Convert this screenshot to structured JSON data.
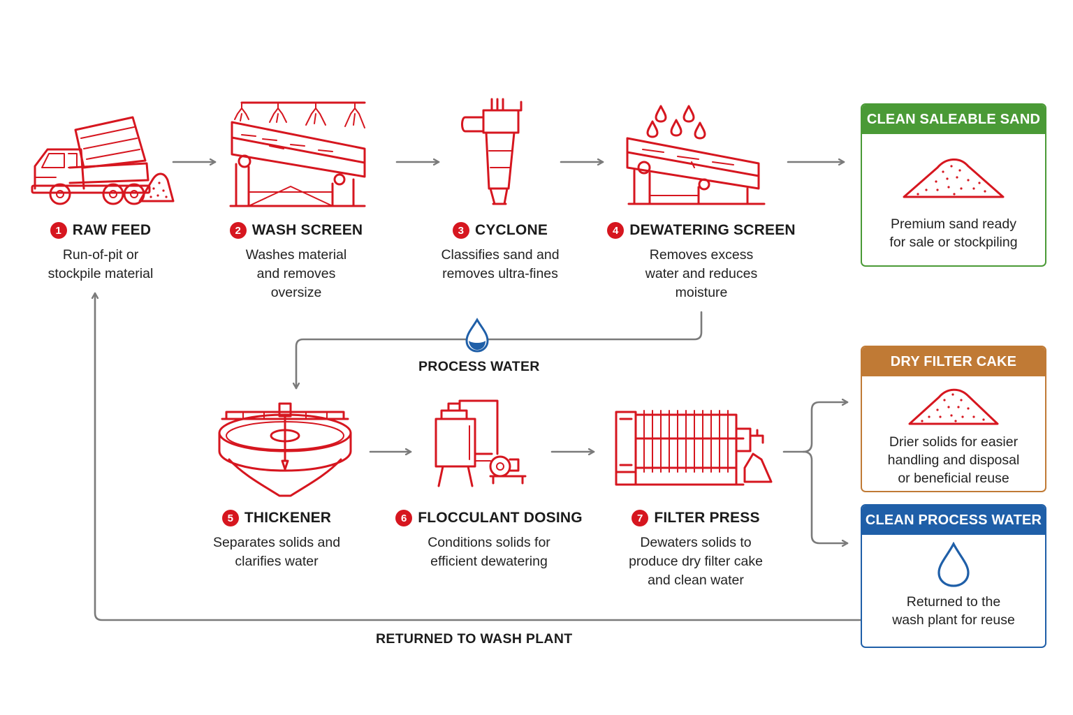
{
  "steps": [
    {
      "number": "1",
      "title": "RAW FEED",
      "description": "Run-of-pit or\nstockpile material",
      "icon": "dump-truck-icon"
    },
    {
      "number": "2",
      "title": "WASH SCREEN",
      "description": "Washes material\nand removes\noversize",
      "icon": "wash-screen-icon"
    },
    {
      "number": "3",
      "title": "CYCLONE",
      "description": "Classifies sand and\nremoves ultra-fines",
      "icon": "cyclone-icon"
    },
    {
      "number": "4",
      "title": "DEWATERING SCREEN",
      "description": "Removes excess\nwater and reduces\nmoisture",
      "icon": "dewatering-screen-icon"
    },
    {
      "number": "5",
      "title": "THICKENER",
      "description": "Separates solids and\nclarifies water",
      "icon": "thickener-icon"
    },
    {
      "number": "6",
      "title": "FLOCCULANT DOSING",
      "description": "Conditions solids for\nefficient dewatering",
      "icon": "dosing-tank-icon"
    },
    {
      "number": "7",
      "title": "FILTER PRESS",
      "description": "Dewaters solids to\nproduce dry filter cake\nand clean water",
      "icon": "filter-press-icon"
    }
  ],
  "outputs": [
    {
      "title": "CLEAN SALEABLE SAND",
      "description": "Premium sand ready\nfor sale or stockpiling",
      "color": "#4a9a36",
      "icon": "sand-pile-icon"
    },
    {
      "title": "DRY FILTER CAKE",
      "description": "Drier solids for easier\nhandling and disposal\nor beneficial reuse",
      "color": "#c07a35",
      "icon": "filter-cake-pile-icon"
    },
    {
      "title": "CLEAN PROCESS WATER",
      "description": "Returned to the\nwash plant for reuse",
      "color": "#1f5fa8",
      "icon": "water-drop-icon"
    }
  ],
  "flows": {
    "process_water": "PROCESS WATER",
    "returned": "RETURNED TO WASH PLANT"
  },
  "colors": {
    "accent": "#d6161f",
    "connector": "#7a7a7a",
    "water": "#1f5fa8"
  }
}
